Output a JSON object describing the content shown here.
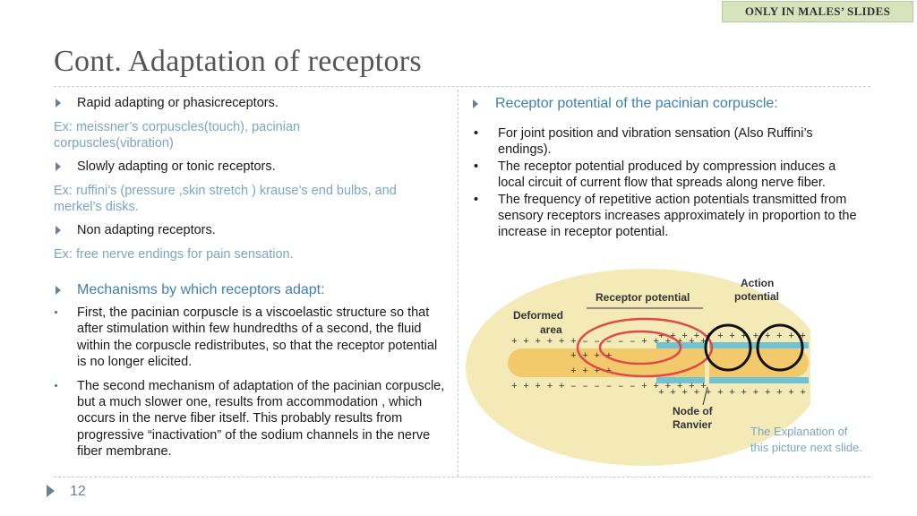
{
  "badge": "ONLY IN MALES’ SLIDES",
  "title": "Cont. Adaptation of receptors",
  "left": {
    "rapid": "Rapid adapting or phasicreceptors.",
    "rapid_ex": "Ex: meissner’s corpuscles(touch), pacinian corpuscles(vibration)",
    "slow": "Slowly adapting or tonic receptors.",
    "slow_ex": "Ex: ruffini’s (pressure ,skin stretch ) krause’s end  bulbs, and merkel’s disks.",
    "non": "Non adapting receptors.",
    "non_ex": "Ex: free nerve endings for pain sensation.",
    "mechanisms": "Mechanisms by which receptors adapt:",
    "bullets": [
      "First, the pacinian corpuscle is a viscoelastic structure so that after stimulation within few hundredths of a second, the fluid within the corpuscle redistributes, so that the receptor potential is no longer elicited.",
      "The second mechanism of adaptation of the pacinian corpuscle, but a much slower one, results from accommodation , which occurs in the nerve fiber itself. This probably results from progressive “inactivation” of the sodium channels in the nerve fiber membrane."
    ]
  },
  "right": {
    "heading": "Receptor potential of the pacinian corpuscle:",
    "bullets": [
      "For joint position and vibration sensation (Also Ruffini’s endings).",
      "The receptor potential produced by compression induces a local circuit of current flow that spreads along nerve fiber.",
      "The frequency of repetitive action potentials transmitted from sensory receptors increases approximately in proportion to the increase in receptor potential."
    ]
  },
  "figure": {
    "labels": {
      "receptor_potential": "Receptor potential",
      "action_potential_1": "Action",
      "action_potential_2": "potential",
      "deformed_1": "Deformed",
      "deformed_2": "area",
      "node_1": "Node of",
      "node_2": "Ranvier"
    },
    "colors": {
      "capsule": "#f4eab8",
      "fiber": "#f2c96b",
      "myelin": "#6fc3d4",
      "current": "#e0484a",
      "action": "#111111"
    }
  },
  "caption": "The Explanation of this picture next slide.",
  "page_number": "12"
}
